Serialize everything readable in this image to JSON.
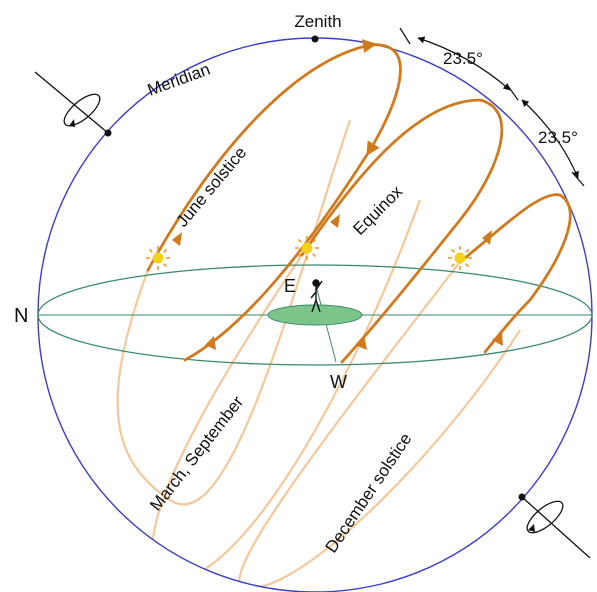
{
  "labels": {
    "zenith": "Zenith",
    "meridian": "Meridian",
    "north": "N",
    "east": "E",
    "west": "W",
    "tilt_upper": "23.5°",
    "tilt_lower": "23.5°",
    "june_solstice": "June solstice",
    "equinox": "Equinox",
    "march_september": "March, September",
    "december_solstice": "December solstice"
  },
  "colors": {
    "celestial_sphere": "#3d3dc8",
    "horizon": "#3a8a6a",
    "observer_ground": "#7cc48a",
    "sun_path_front": "#d07a1e",
    "sun_path_back": "#f4c89a",
    "sun": "#f5d21a",
    "sun_rays": "#f08a10",
    "text": "#111111"
  },
  "icons": [
    "sun-icon",
    "observer-figure-icon",
    "rotation-arrow-icon"
  ]
}
